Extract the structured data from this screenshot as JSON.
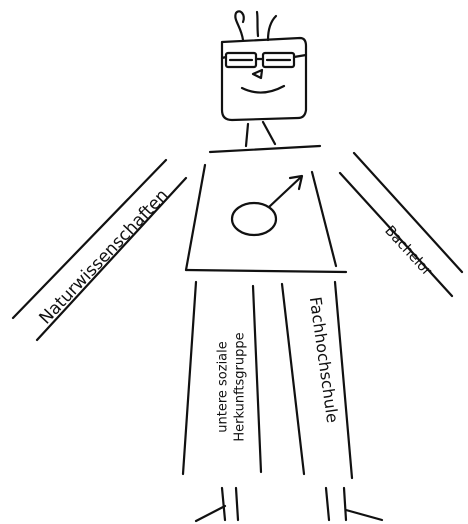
{
  "labels": {
    "left_arm": "Naturwissenschaften",
    "right_arm": "Bachelor",
    "left_leg_line1": "untere soziale",
    "left_leg_line2": "Herkunftsgruppe",
    "right_leg": "Fachhochschule"
  },
  "style": {
    "ink": "#111111",
    "background": "#ffffff"
  }
}
